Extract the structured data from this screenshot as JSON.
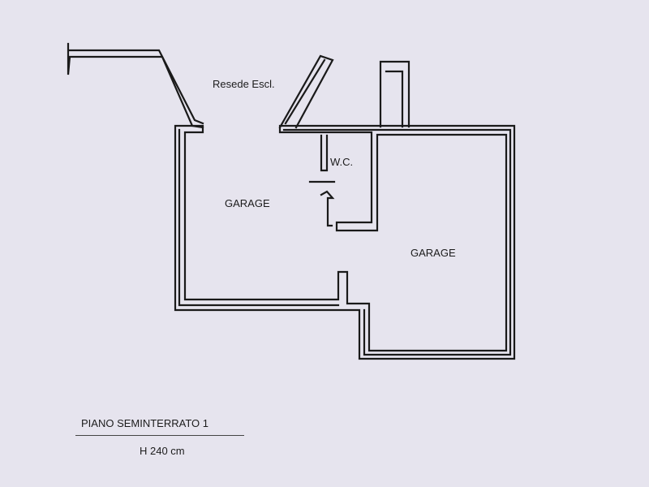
{
  "plan": {
    "rooms": {
      "resede": "Resede Escl.",
      "wc": "W.C.",
      "garage_left": "GARAGE",
      "garage_right": "GARAGE"
    }
  },
  "caption": {
    "title": "PIANO SEMINTERRATO 1",
    "height": "H 240 cm"
  },
  "colors": {
    "background": "#e6e4ee",
    "walls": "#1a1a1a"
  }
}
